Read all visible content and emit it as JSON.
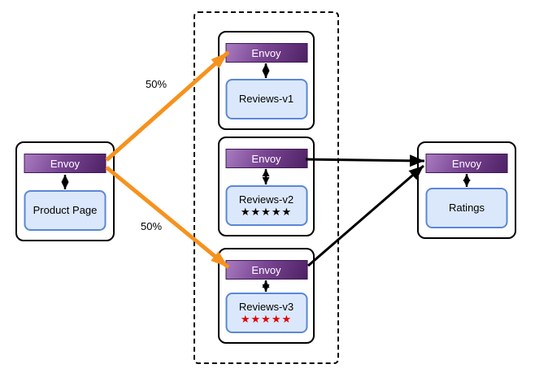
{
  "diagram": {
    "description": "Envoy service mesh traffic split diagram",
    "colors": {
      "traffic_split_arrow": "#f6921e",
      "connector_arrow": "#000000",
      "double_arrow": "#000000",
      "envoy_gradient_start": "#a87cc0",
      "envoy_gradient_end": "#4e2164",
      "service_fill": "#dbe8fb",
      "service_border": "#5b87d7",
      "stars_black": "#000000",
      "stars_red": "#e60000"
    },
    "nodes": [
      {
        "id": "product-page",
        "proxy_label": "Envoy",
        "service_label": "Product Page"
      },
      {
        "id": "reviews-v1",
        "proxy_label": "Envoy",
        "service_label": "Reviews-v1"
      },
      {
        "id": "reviews-v2",
        "proxy_label": "Envoy",
        "service_label": "Reviews-v2",
        "stars": "★★★★★",
        "stars_color": "#000000"
      },
      {
        "id": "reviews-v3",
        "proxy_label": "Envoy",
        "service_label": "Reviews-v3",
        "stars": "★★★★★",
        "stars_color": "#e60000"
      },
      {
        "id": "ratings",
        "proxy_label": "Envoy",
        "service_label": "Ratings"
      }
    ],
    "edge_labels": {
      "split_top": "50%",
      "split_bottom": "50%"
    }
  }
}
